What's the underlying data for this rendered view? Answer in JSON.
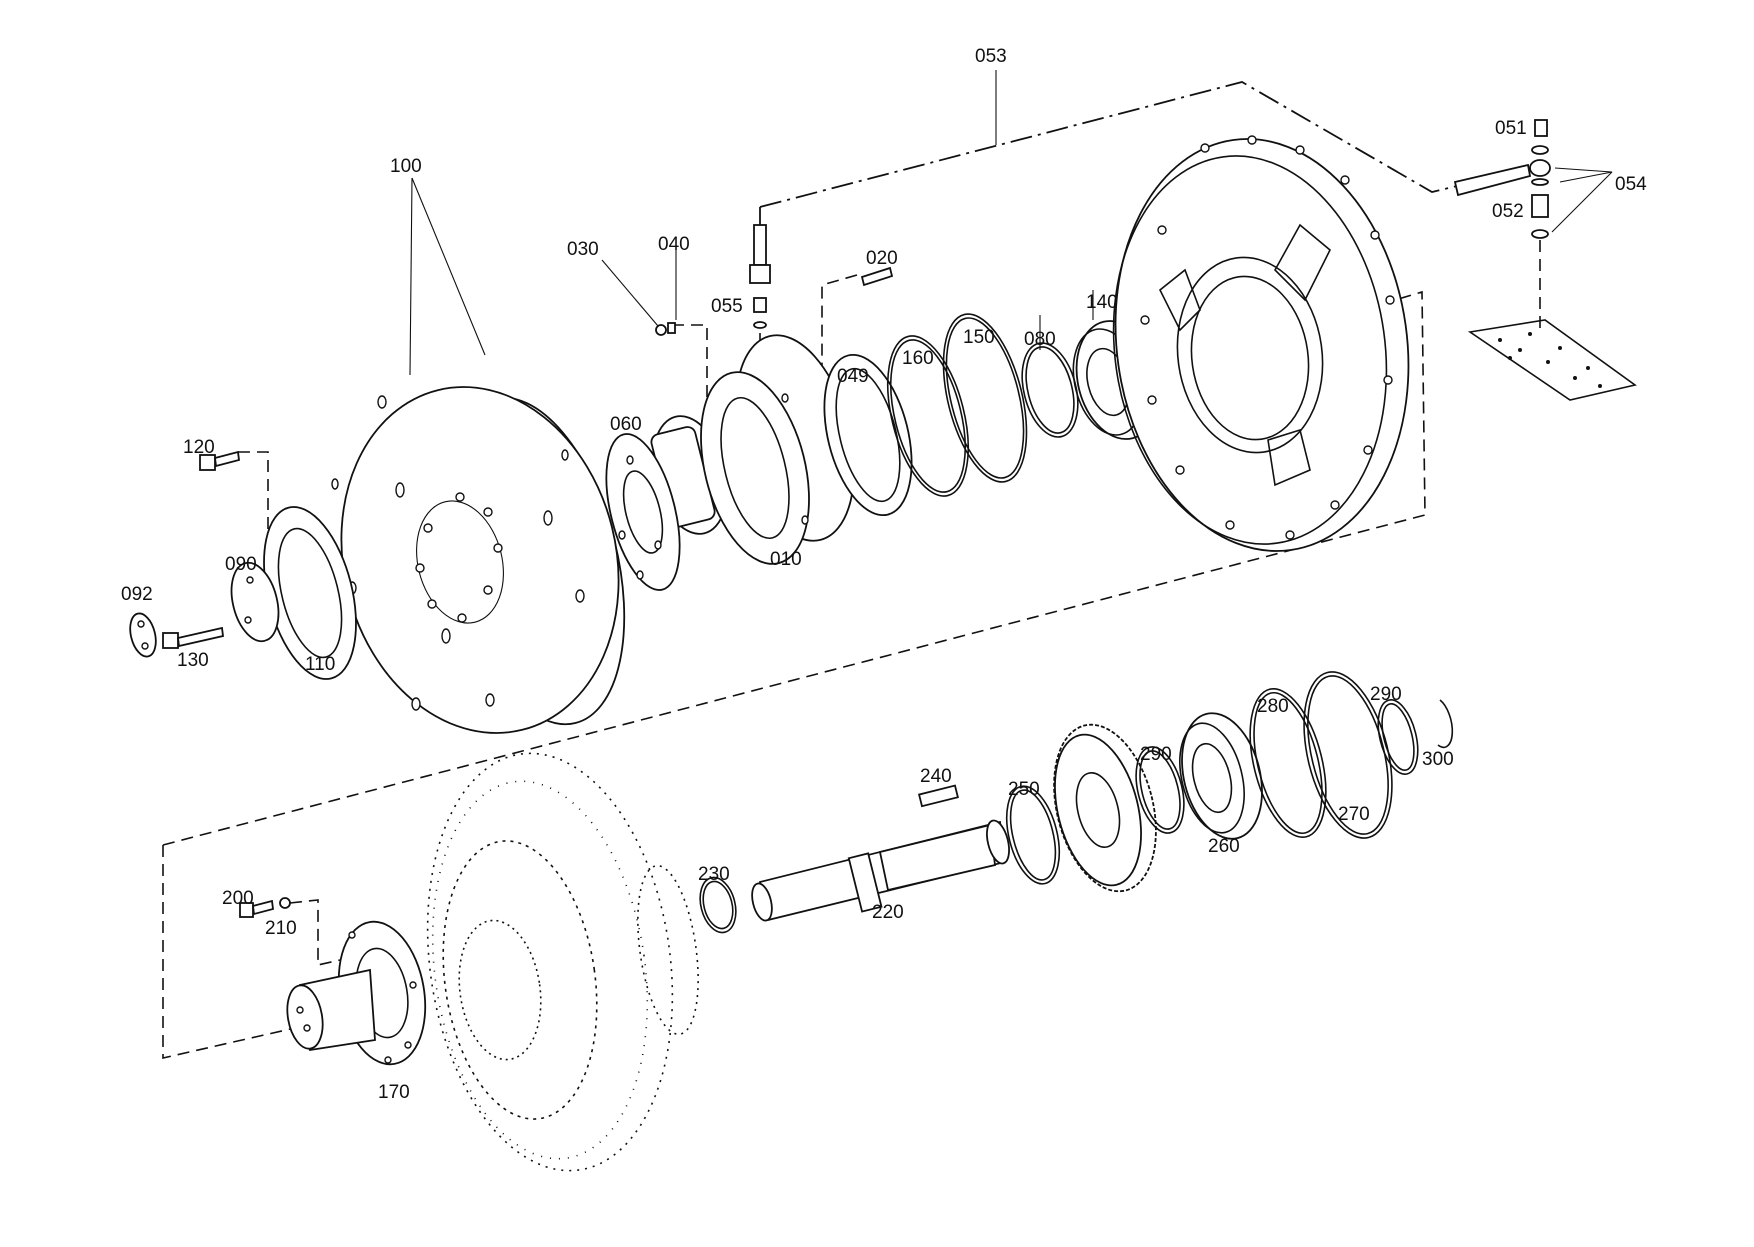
{
  "labels": {
    "p053": "053",
    "p100": "100",
    "p030": "030",
    "p040": "040",
    "p020": "020",
    "p055": "055",
    "p051": "051",
    "p054": "054",
    "p052": "052",
    "p060": "060",
    "p049": "049",
    "p160": "160",
    "p150": "150",
    "p080": "080",
    "p140": "140",
    "p120": "120",
    "p090": "090",
    "p092": "092",
    "p130": "130",
    "p110": "110",
    "p010": "010",
    "p240": "240",
    "p250": "250",
    "p290a": "290",
    "p280": "280",
    "p290b": "290",
    "p300": "300",
    "p230": "230",
    "p220": "220",
    "p260": "260",
    "p270": "270",
    "p200": "200",
    "p210": "210",
    "p170": "170"
  }
}
